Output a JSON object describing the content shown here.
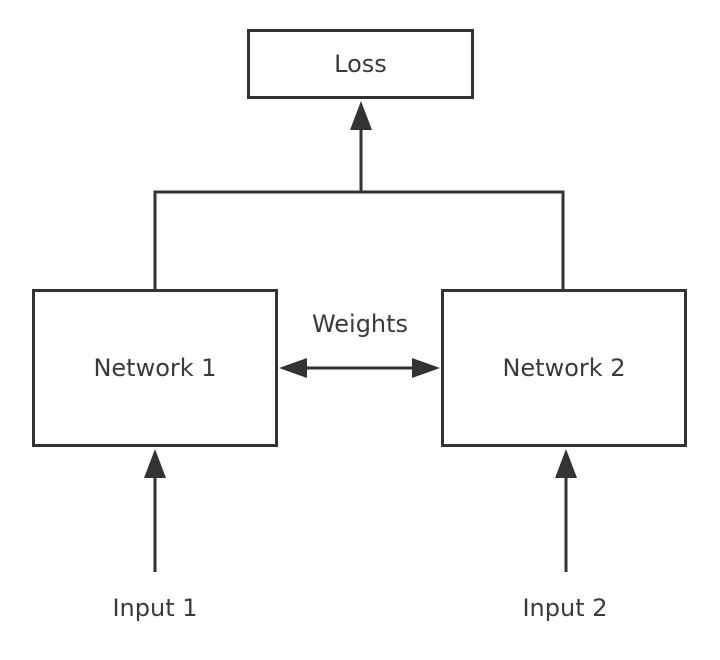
{
  "diagram": {
    "loss_label": "Loss",
    "network1_label": "Network 1",
    "network2_label": "Network 2",
    "weights_label": "Weights",
    "input1_label": "Input 1",
    "input2_label": "Input 2",
    "colors": {
      "stroke": "#333333",
      "text": "#3a3a3a",
      "background": "#ffffff"
    }
  }
}
